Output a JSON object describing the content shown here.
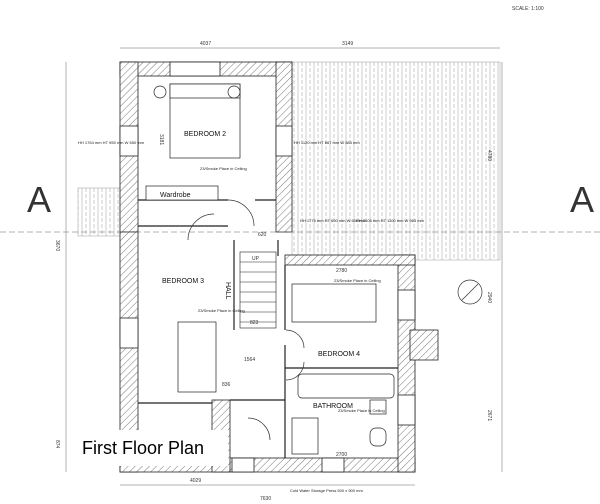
{
  "plan": {
    "title": "First Floor Plan",
    "scale": "SCALE: 1:100",
    "section_marker": "A",
    "rooms": {
      "bedroom2": "BEDROOM 2",
      "bedroom3": "BEDROOM 3",
      "bedroom4": "BEDROOM 4",
      "bathroom": "BATHROOM",
      "hall": "HALL",
      "wardrobe": "Wardrobe",
      "up": "UP"
    },
    "dimensions": {
      "top_left": "4037",
      "top_right": "3149",
      "bottom_left": "4029",
      "bottom_total": "7630",
      "right_upper": "4780",
      "right_mid": "2940",
      "right_lower": "2671",
      "left_upper": "3670",
      "left_lower": "874",
      "bedroom2_depth": "3181",
      "bed4_width": "2780",
      "bath_width": "2700",
      "hall_width": "1564",
      "landing": "620",
      "bed3_door": "836",
      "left_mid": "823"
    },
    "notes": {
      "ceiling": "23/Smoke Place in Ceiling",
      "cold_water": "Cold Water Storage Press 500 x 900 mm",
      "window_a": "HH 1764 mm HT 955 mm W 650 mm",
      "window_b": "HH 1120 mm HT 667 mm W 583 mm",
      "window_c": "HH 1775 mm HT 600 mm W 600 mm",
      "window_d": "HH 2105 mm HT 1100 mm W 963 mm"
    }
  }
}
